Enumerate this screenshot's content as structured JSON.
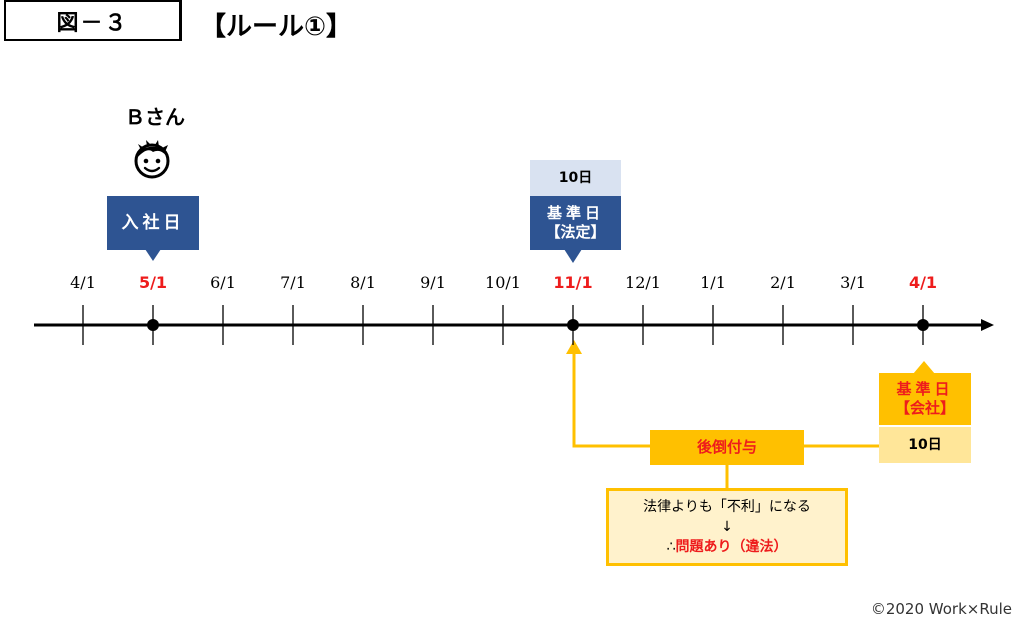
{
  "figure_label": "図－３",
  "rule_title": "【ルール①】",
  "person": {
    "name": "Ｂさん",
    "icon": "boy-face-icon"
  },
  "callouts": {
    "join": {
      "label": "入社日"
    },
    "legal": {
      "days": "10日",
      "line1": "基準日",
      "line2": "【法定】"
    },
    "company": {
      "line1": "基準日",
      "line2": "【会社】",
      "days": "10日"
    },
    "retroactive": {
      "label": "後倒付与"
    }
  },
  "timeline": {
    "ticks": [
      {
        "label": "4/1",
        "emphasis": false,
        "dot": false
      },
      {
        "label": "5/1",
        "emphasis": true,
        "dot": true
      },
      {
        "label": "6/1",
        "emphasis": false,
        "dot": false
      },
      {
        "label": "7/1",
        "emphasis": false,
        "dot": false
      },
      {
        "label": "8/1",
        "emphasis": false,
        "dot": false
      },
      {
        "label": "9/1",
        "emphasis": false,
        "dot": false
      },
      {
        "label": "10/1",
        "emphasis": false,
        "dot": false
      },
      {
        "label": "11/1",
        "emphasis": true,
        "dot": true
      },
      {
        "label": "12/1",
        "emphasis": false,
        "dot": false
      },
      {
        "label": "1/1",
        "emphasis": false,
        "dot": false
      },
      {
        "label": "2/1",
        "emphasis": false,
        "dot": false
      },
      {
        "label": "3/1",
        "emphasis": false,
        "dot": false
      },
      {
        "label": "4/1",
        "emphasis": true,
        "dot": true
      }
    ]
  },
  "note": {
    "line1": "法律よりも「不利」になる",
    "arrow": "↓",
    "therefore": "∴",
    "conclusion": "問題あり（違法）"
  },
  "copyright": "©2020 Work×Rule",
  "colors": {
    "navy": "#2e5492",
    "light_blue": "#d9e2f1",
    "orange": "#ffc000",
    "light_yellow": "#ffe699",
    "note_fill": "#fff2cc",
    "red": "#ee1c1c"
  }
}
